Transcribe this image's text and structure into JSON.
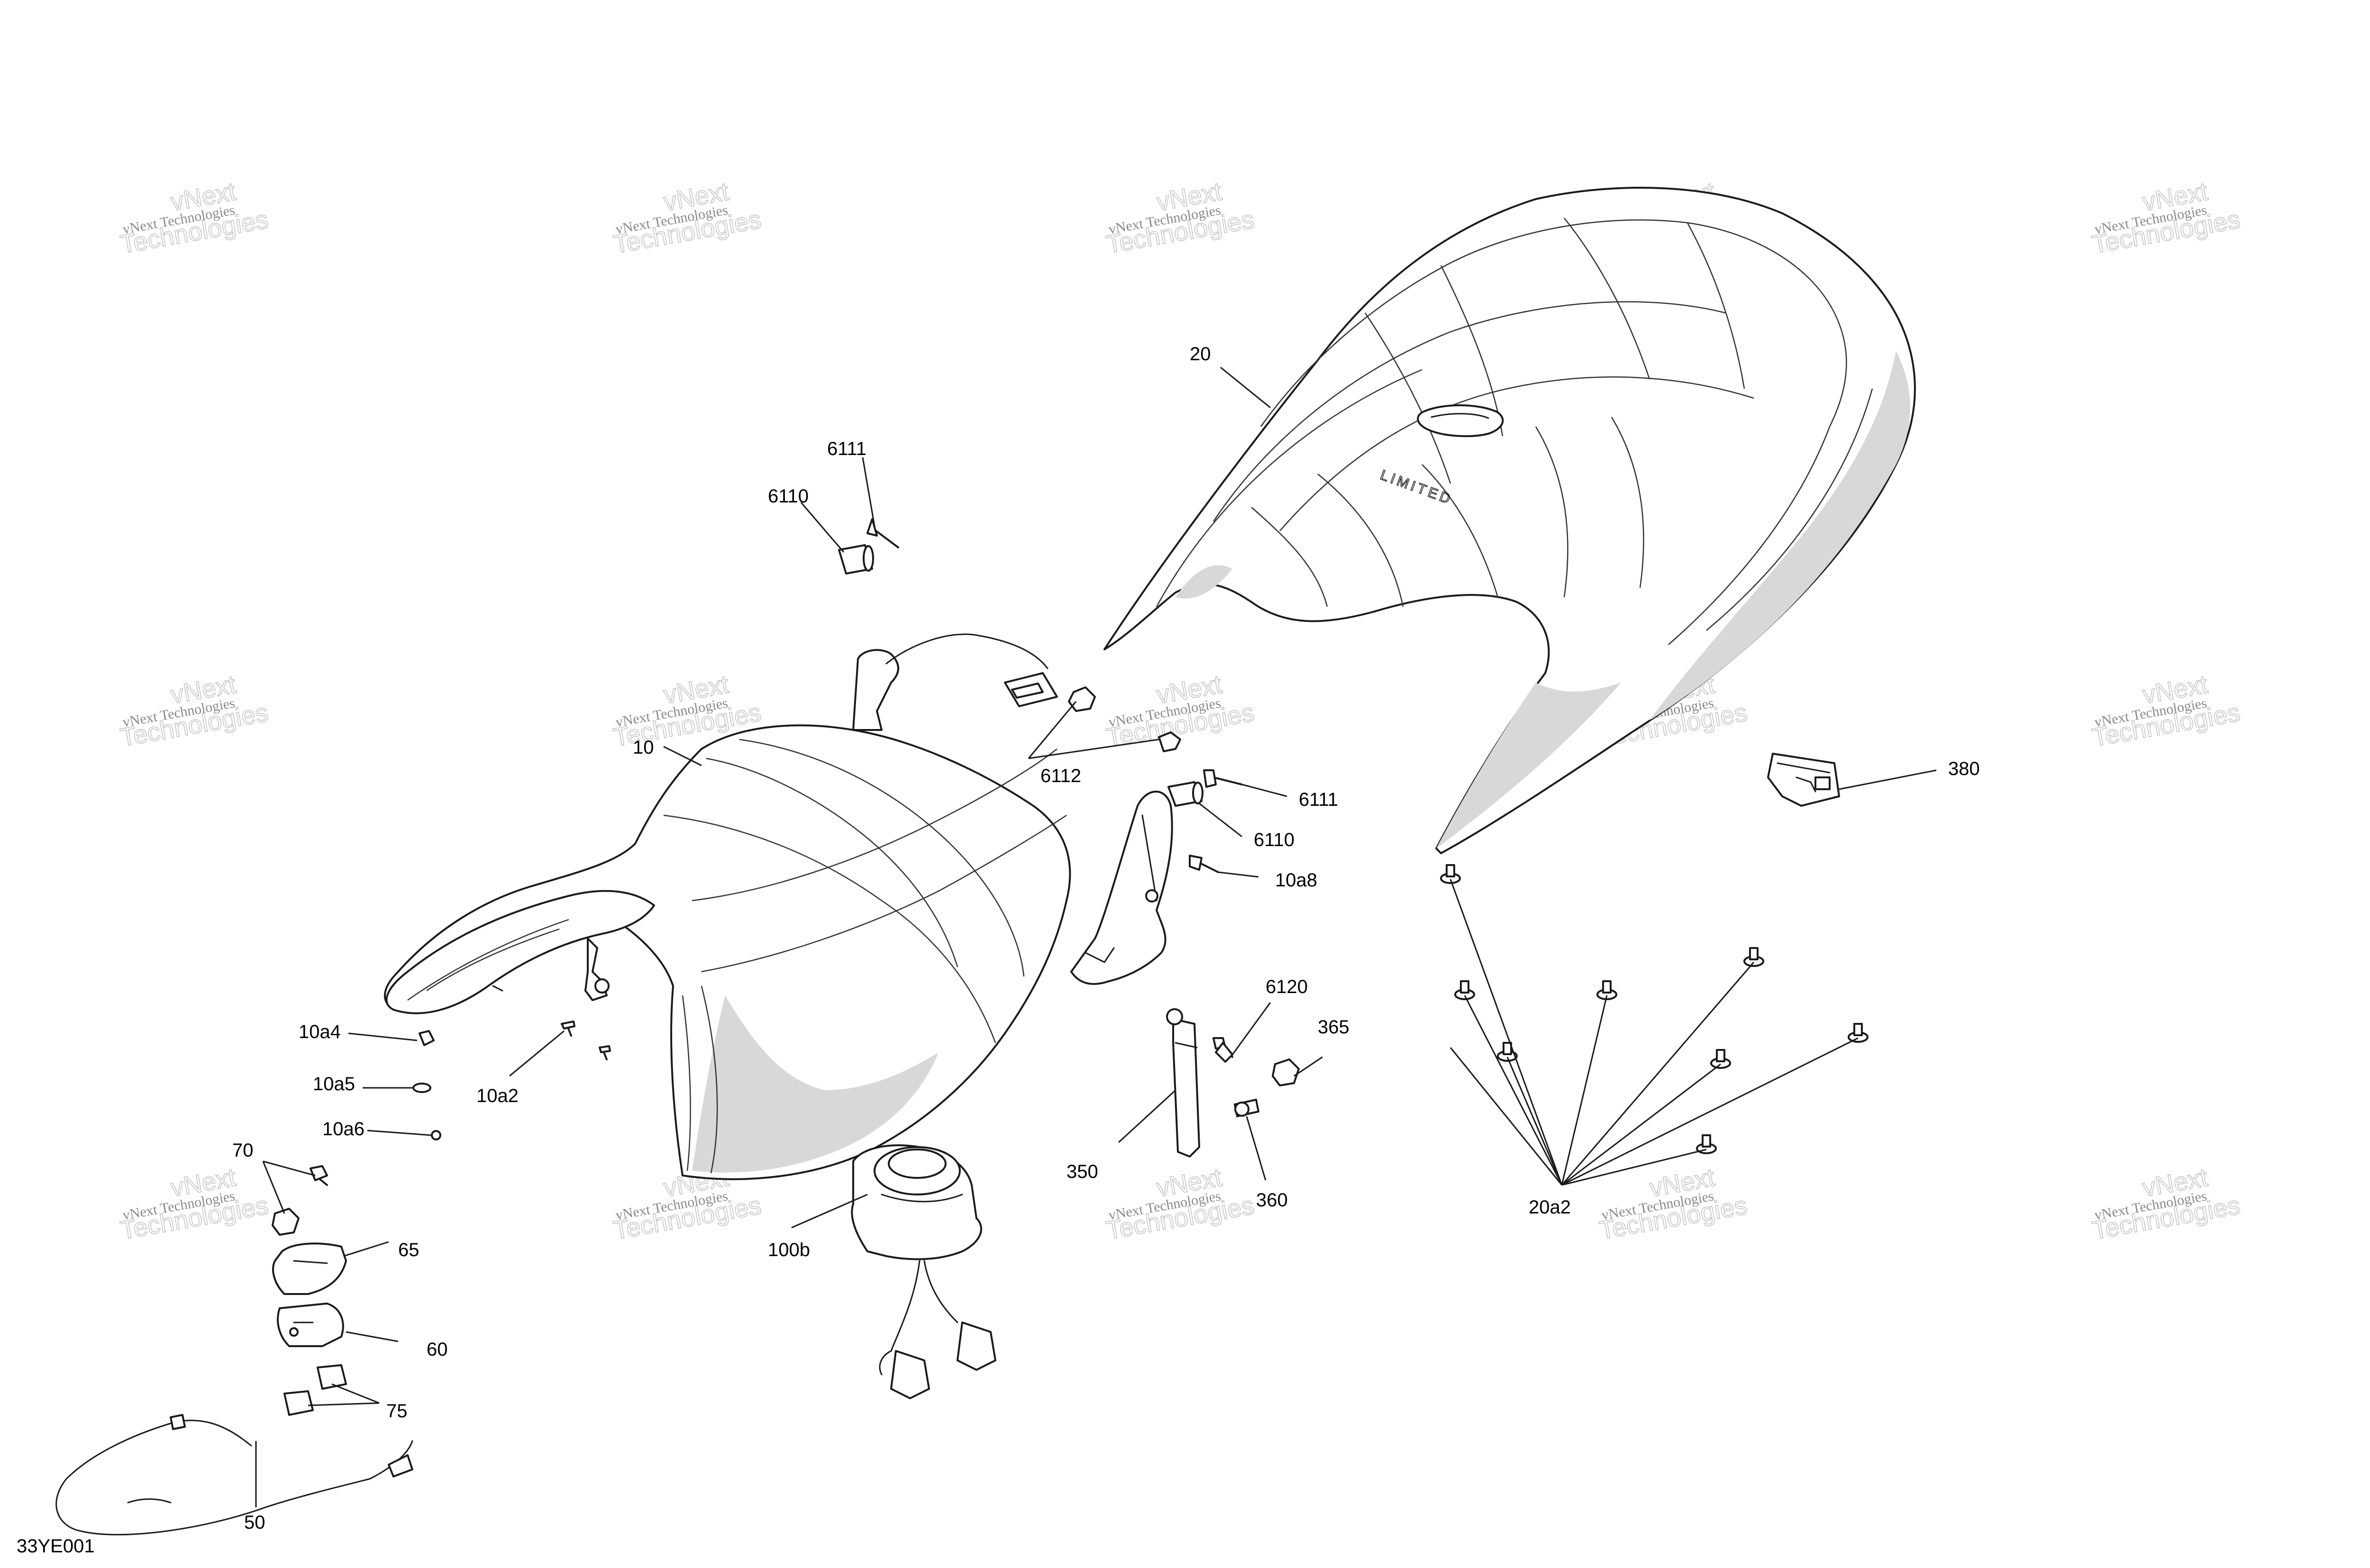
{
  "diagram_id": "33YE001",
  "watermark": {
    "line1": "vNext Technologies",
    "line2": "Technologies",
    "accent": "vNext"
  },
  "seat_logo": "LIMITED",
  "callouts": {
    "c20": "20",
    "c6111_top": "6111",
    "c6110_top": "6110",
    "c10": "10",
    "c6112": "6112",
    "c6111_mid": "6111",
    "c6110_mid": "6110",
    "c10a8": "10a8",
    "c380": "380",
    "c10a4": "10a4",
    "c10a5": "10a5",
    "c10a6": "10a6",
    "c10a2": "10a2",
    "c6120": "6120",
    "c365": "365",
    "c350": "350",
    "c360": "360",
    "c20a2": "20a2",
    "c70": "70",
    "c65": "65",
    "c60": "60",
    "c75": "75",
    "c50": "50",
    "c100b": "100b"
  }
}
